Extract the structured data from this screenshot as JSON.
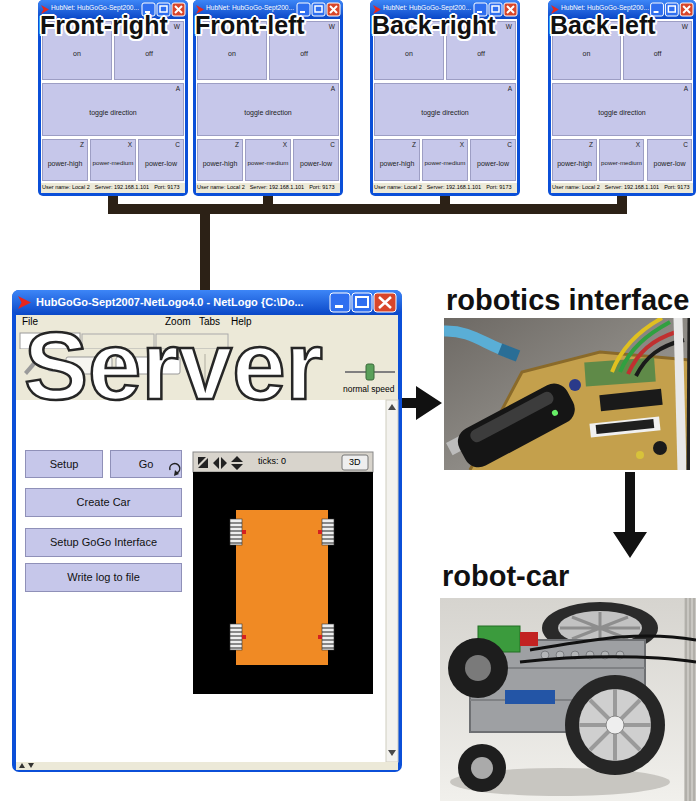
{
  "diagram": {
    "nodes": [
      {
        "text": [
          "Front-right",
          "HubNet: HubGoGo-Sept200...",
          "User name: Local 2",
          "Server: 192.168.1.101",
          "Port: 9173"
        ]
      },
      {
        "text": [
          "on"
        ],
        "in": 0
      },
      {
        "text": [
          "off",
          "W"
        ],
        "in": 0
      },
      {
        "text": [
          "toggle direction",
          "A"
        ],
        "in": 0
      },
      {
        "text": [
          "power-high",
          "Z"
        ],
        "in": 0
      },
      {
        "text": [
          "power-medium",
          "X"
        ],
        "in": 0
      },
      {
        "text": [
          "power-low",
          "C"
        ],
        "in": 0
      },
      {
        "text": [
          "Front-left",
          "HubNet: HubGoGo-Sept200...",
          "User name: Local 2",
          "Server: 192.168.1.101",
          "Port: 9173"
        ]
      },
      {
        "text": [
          "on"
        ],
        "in": 7
      },
      {
        "text": [
          "off",
          "W"
        ],
        "in": 7
      },
      {
        "text": [
          "toggle direction",
          "A"
        ],
        "in": 7
      },
      {
        "text": [
          "power-high",
          "Z"
        ],
        "in": 7
      },
      {
        "text": [
          "power-medium",
          "X"
        ],
        "in": 7
      },
      {
        "text": [
          "power-low",
          "C"
        ],
        "in": 7
      },
      {
        "text": [
          "Back-right",
          "HubNet: HubGoGo-Sept200...",
          "User name: Local 2",
          "Server: 192.168.1.101",
          "Port: 9173"
        ]
      },
      {
        "text": [
          "on"
        ],
        "in": 14
      },
      {
        "text": [
          "off",
          "W"
        ],
        "in": 14
      },
      {
        "text": [
          "toggle direction",
          "A"
        ],
        "in": 14
      },
      {
        "text": [
          "power-high",
          "Z"
        ],
        "in": 14
      },
      {
        "text": [
          "power-medium",
          "X"
        ],
        "in": 14
      },
      {
        "text": [
          "power-low",
          "C"
        ],
        "in": 14
      },
      {
        "text": [
          "Back-left",
          "HubNet: HubGoGo-Sept200...",
          "User name: Local 2",
          "Server: 192.168.1.101",
          "Port: 9173"
        ]
      },
      {
        "text": [
          "on"
        ],
        "in": 21
      },
      {
        "text": [
          "off",
          "W"
        ],
        "in": 21
      },
      {
        "text": [
          "toggle direction",
          "A"
        ],
        "in": 21
      },
      {
        "text": [
          "power-high",
          "Z"
        ],
        "in": 21
      },
      {
        "text": [
          "power-medium",
          "X"
        ],
        "in": 21
      },
      {
        "text": [
          "power-low",
          "C"
        ],
        "in": 21
      },
      {
        "text": [
          "Server",
          "HubGoGo-Sept2007-NetLogo4.0 - NetLogo {C:\\Do..."
        ]
      },
      {
        "text": [
          "Setup"
        ],
        "in": 28
      },
      {
        "text": [
          "Go"
        ],
        "in": 28
      },
      {
        "text": [
          "Create Car"
        ],
        "in": 28
      },
      {
        "text": [
          "Setup GoGo Interface"
        ],
        "in": 28
      },
      {
        "text": [
          "Write log to file"
        ],
        "in": 28
      },
      {
        "text": [
          "robotics interface"
        ]
      },
      {
        "text": [
          "robot-car"
        ]
      }
    ],
    "edges": [
      {
        "from": 0,
        "to": 28,
        "arrow": "none"
      },
      {
        "from": 7,
        "to": 28,
        "arrow": "none"
      },
      {
        "from": 14,
        "to": 28,
        "arrow": "none"
      },
      {
        "from": 21,
        "to": 28,
        "arrow": "none"
      },
      {
        "from": 28,
        "to": 34,
        "arrow": "to"
      },
      {
        "from": 34,
        "to": 35,
        "arrow": "to"
      }
    ],
    "labels": [
      "File",
      "Zoom",
      "Tabs",
      "Help",
      "normal speed",
      "ticks: 0",
      "3D"
    ]
  }
}
